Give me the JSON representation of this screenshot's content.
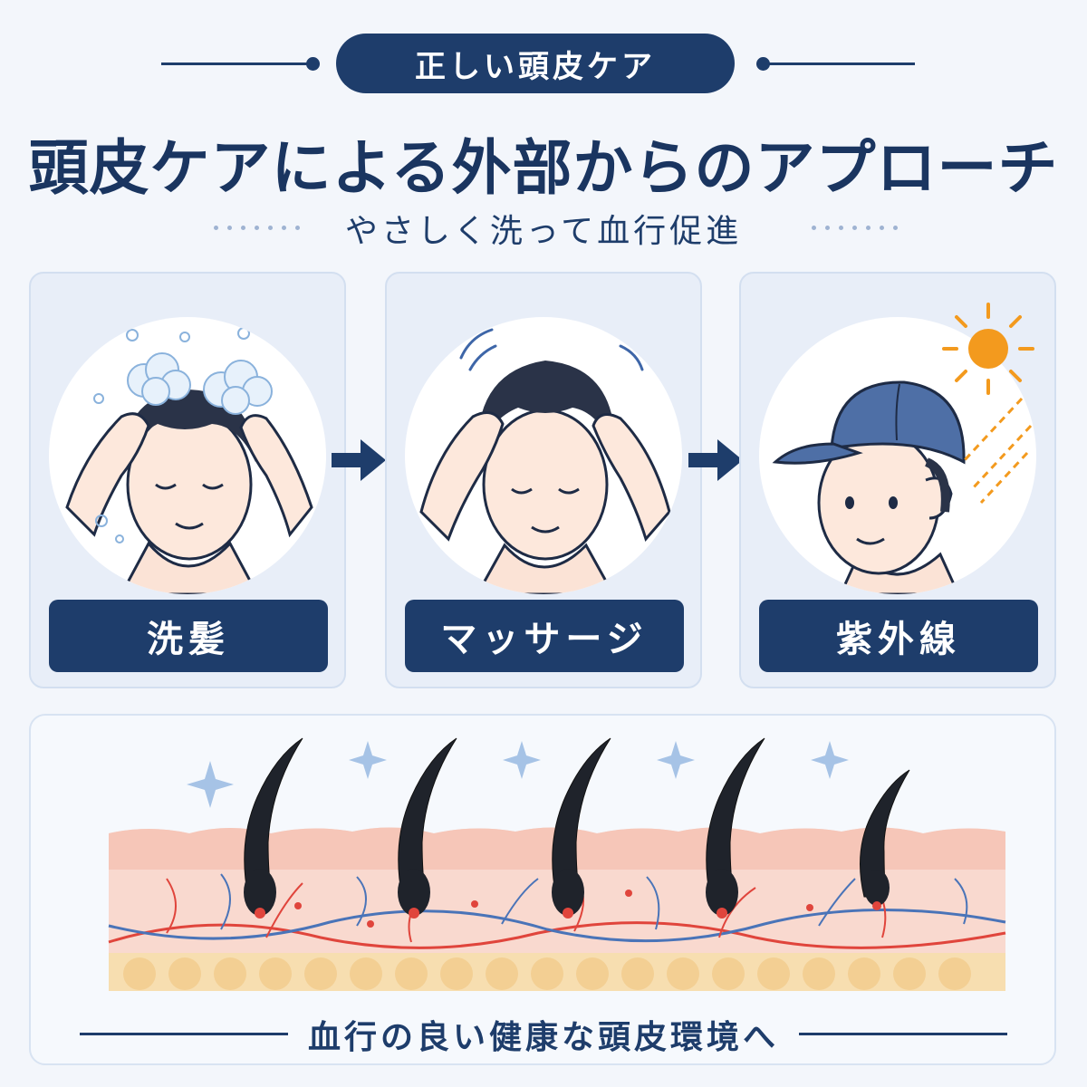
{
  "header": {
    "badge": "正しい頭皮ケア",
    "title": "頭皮ケアによる外部からのアプローチ",
    "subtitle": "やさしく洗って血行促進"
  },
  "steps": [
    {
      "label": "洗髪",
      "icon": "shampoo-illustration"
    },
    {
      "label": "マッサージ",
      "icon": "massage-illustration"
    },
    {
      "label": "紫外線",
      "icon": "uv-cap-illustration"
    }
  ],
  "scalp": {
    "caption": "血行の良い健康な頭皮環境へ",
    "icon": "scalp-cross-section-illustration"
  },
  "colors": {
    "navy": "#1e3d6b",
    "card_bg": "#e8eef8",
    "sun": "#f39a1e",
    "skin": "#f7d7c9",
    "artery": "#e0453c",
    "vein": "#4a74b8"
  }
}
